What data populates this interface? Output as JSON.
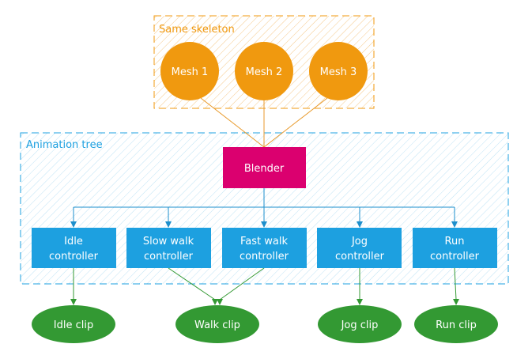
{
  "colors": {
    "skeleton": "#F0990F",
    "tree": "#1DA0E0",
    "blender": "#DB006F",
    "controller": "#1DA0E0",
    "clip": "#339933",
    "edge_orange": "#E89A2C",
    "edge_blue": "#1D8FCC",
    "edge_green": "#339933"
  },
  "groups": {
    "skeleton": {
      "label": "Same skeleton"
    },
    "tree": {
      "label": "Animation tree"
    }
  },
  "meshes": [
    {
      "label": "Mesh 1"
    },
    {
      "label": "Mesh 2"
    },
    {
      "label": "Mesh 3"
    }
  ],
  "blender": {
    "label": "Blender"
  },
  "controllers": [
    {
      "line1": "Idle",
      "line2": "controller"
    },
    {
      "line1": "Slow walk",
      "line2": "controller"
    },
    {
      "line1": "Fast walk",
      "line2": "controller"
    },
    {
      "line1": "Jog",
      "line2": "controller"
    },
    {
      "line1": "Run",
      "line2": "controller"
    }
  ],
  "clips": [
    {
      "label": "Idle clip"
    },
    {
      "label": "Walk clip"
    },
    {
      "label": "Jog clip"
    },
    {
      "label": "Run clip"
    }
  ],
  "edges": {
    "mesh_to_blender": [
      0,
      1,
      2
    ],
    "blender_to_controller": [
      0,
      1,
      2,
      3,
      4
    ],
    "controller_to_clip": [
      [
        0,
        0
      ],
      [
        1,
        1
      ],
      [
        2,
        1
      ],
      [
        3,
        2
      ],
      [
        4,
        3
      ]
    ]
  }
}
